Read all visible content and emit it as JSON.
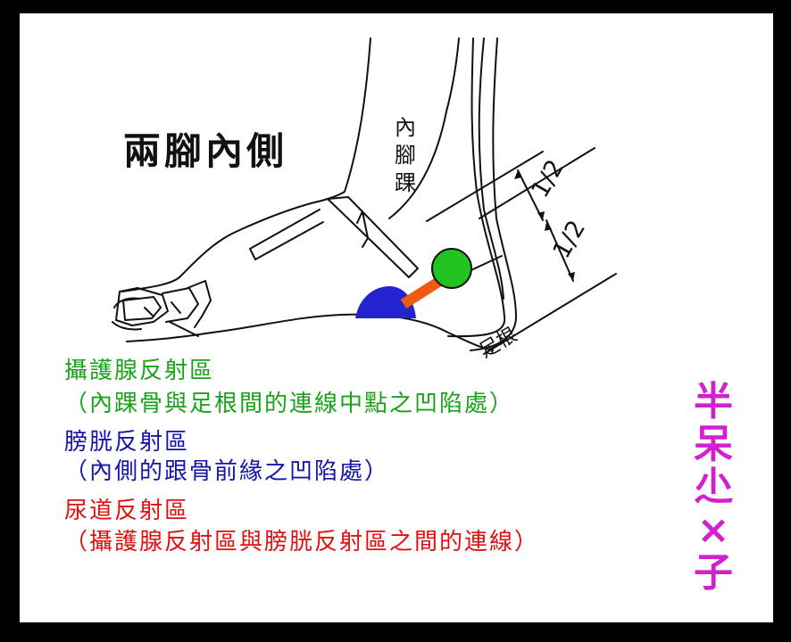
{
  "title": "兩腳內側",
  "ankle_label": "內腳踝",
  "heel_label": "足根",
  "measure_labels": [
    "1/2",
    "1/2"
  ],
  "points": [
    {
      "name": "攝護腺反射區",
      "description": "（內踝骨與足根間的連線中點之凹陷處）",
      "color": "#1aa31a"
    },
    {
      "name": "膀胱反射區",
      "description": "（內側的跟骨前緣之凹陷處）",
      "color": "#1414a8"
    },
    {
      "name": "尿道反射區",
      "description": "（攝護腺反射區與膀胱反射區之間的連線）",
      "color": "#e01010"
    }
  ],
  "marker_colors": {
    "prostate": "#22c422",
    "bladder": "#2323d0",
    "urethra": "#f05a10"
  },
  "watermark": "半呆尐×子",
  "watermark_color": "#d21fd2"
}
